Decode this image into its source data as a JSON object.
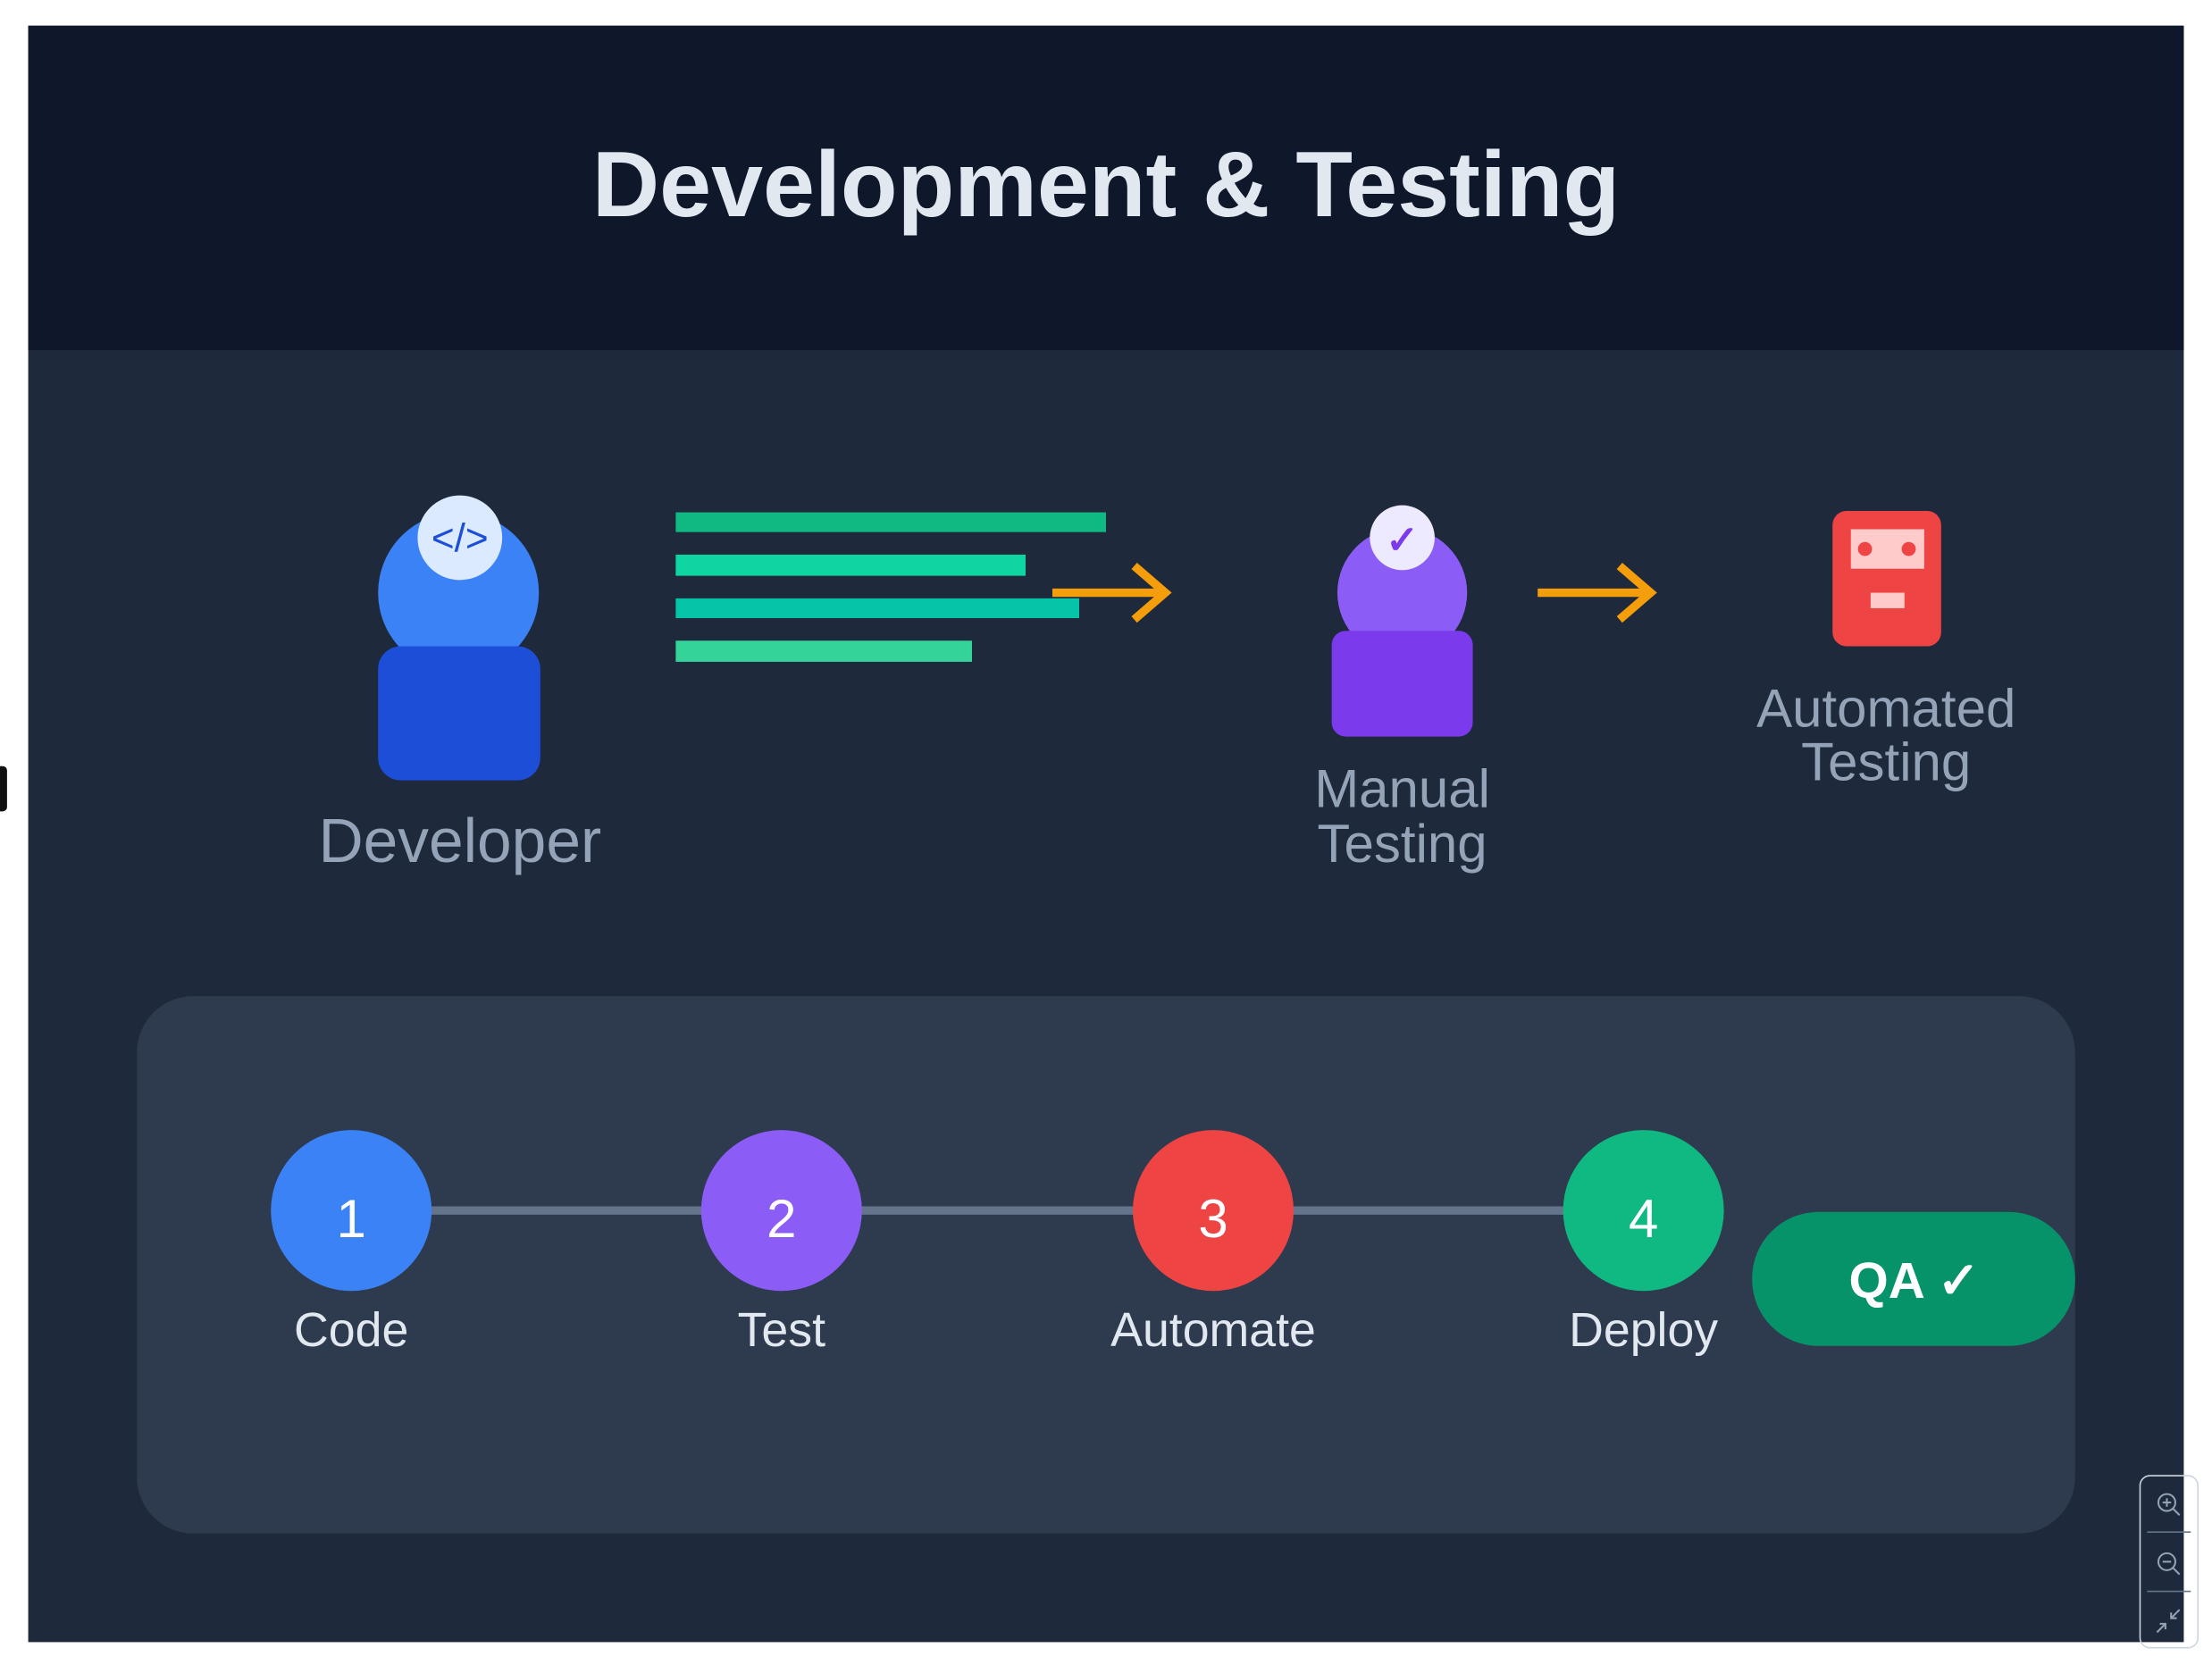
{
  "header": {
    "title": "Development & Testing"
  },
  "actors": {
    "developer": {
      "label": "Developer",
      "badge": "</>"
    },
    "manual": {
      "label_line1": "Manual",
      "label_line2": "Testing",
      "badge": "✓"
    },
    "automated": {
      "label_line1": "Automated",
      "label_line2": "Testing"
    }
  },
  "pipeline": {
    "steps": [
      {
        "number": "1",
        "label": "Code",
        "color": "#3b82f6"
      },
      {
        "number": "2",
        "label": "Test",
        "color": "#8b5cf6"
      },
      {
        "number": "3",
        "label": "Automate",
        "color": "#ef4444"
      },
      {
        "number": "4",
        "label": "Deploy",
        "color": "#10b981"
      }
    ],
    "qa_button": "QA ✓"
  },
  "colors": {
    "header_bg": "#0f172a",
    "body_bg": "#1e293b",
    "panel_bg": "#2e3a4d",
    "arrow": "#f59e0b",
    "qa": "#07936a"
  },
  "controls": {
    "icons": [
      "zoom-in-icon",
      "zoom-out-icon",
      "collapse-icon"
    ]
  }
}
